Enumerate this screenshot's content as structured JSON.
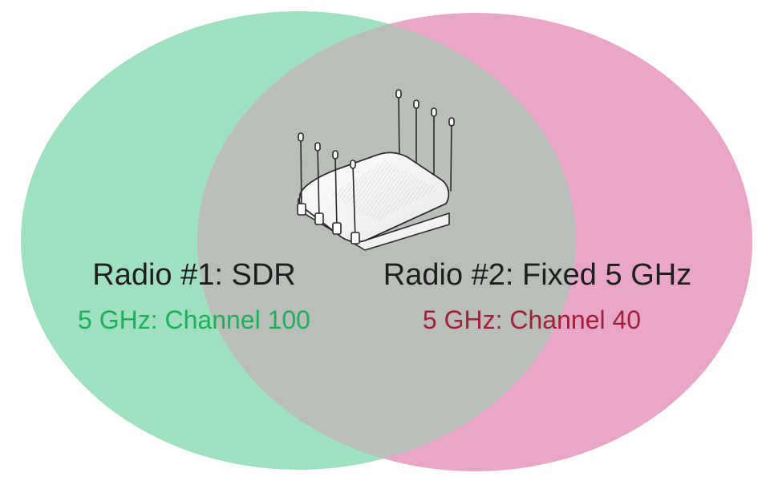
{
  "radio1": {
    "title": "Radio #1: SDR",
    "channel": "5 GHz: Channel 100",
    "circle_color": "#9FE0C0",
    "channel_color": "#1FAF5B"
  },
  "radio2": {
    "title": "Radio #2: Fixed 5 GHz",
    "channel": "5 GHz: Channel 40",
    "circle_color": "#E9A6C6",
    "channel_color": "#A3203A"
  },
  "overlap_color": "#B9BEB9",
  "title_color": "#1E1E1E",
  "device_icon": "wireless-access-point-icon"
}
